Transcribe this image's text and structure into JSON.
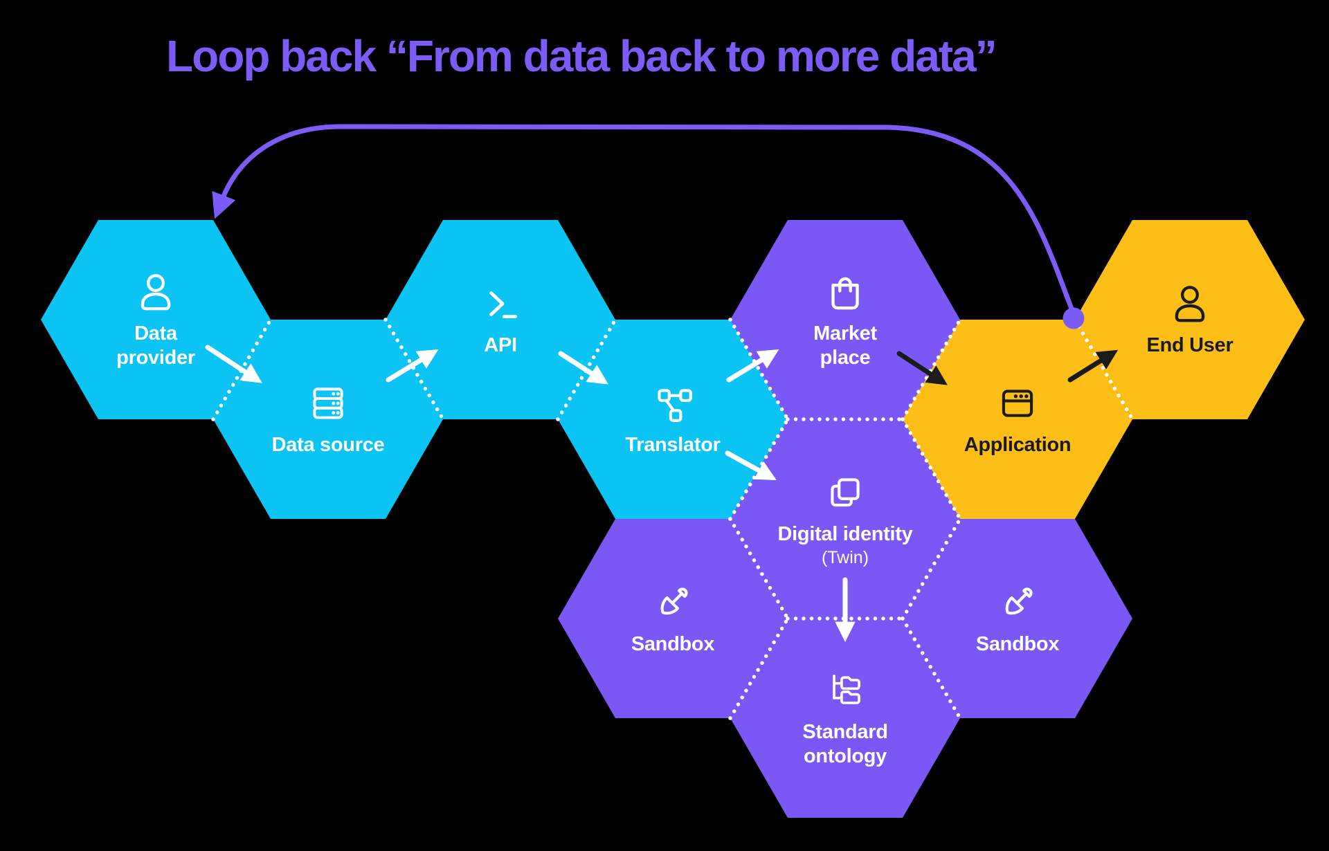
{
  "title": {
    "text": "Loop back “From data back to more data”"
  },
  "colors": {
    "background": "#000000",
    "cyan": "#0BC4F4",
    "purple": "#7B57F5",
    "yellow": "#FCBE17",
    "accent_purple": "#7C5CF6",
    "dark_text": "#1B1B1B",
    "white": "#FFFFFF"
  },
  "hexagons": {
    "data_provider": {
      "line1": "Data",
      "line2": "provider",
      "icon": "person-icon",
      "color": "cyan"
    },
    "data_source": {
      "line1": "Data source",
      "line2": "",
      "icon": "server-icon",
      "color": "cyan"
    },
    "api": {
      "line1": "API",
      "line2": "",
      "icon": "terminal-icon",
      "color": "cyan"
    },
    "translator": {
      "line1": "Translator",
      "line2": "",
      "icon": "network-nodes-icon",
      "color": "cyan"
    },
    "marketplace": {
      "line1": "Market",
      "line2": "place",
      "icon": "shopping-bag-icon",
      "color": "purple"
    },
    "digital_identity": {
      "line1": "Digital identity",
      "line2": "",
      "sub": "(Twin)",
      "icon": "copy-icon",
      "color": "purple"
    },
    "sandbox_left": {
      "line1": "Sandbox",
      "line2": "",
      "icon": "shovel-icon",
      "color": "purple"
    },
    "standard_ontology": {
      "line1": "Standard",
      "line2": "ontology",
      "icon": "folder-tree-icon",
      "color": "purple"
    },
    "sandbox_right": {
      "line1": "Sandbox",
      "line2": "",
      "icon": "shovel-icon",
      "color": "purple"
    },
    "application": {
      "line1": "Application",
      "line2": "",
      "icon": "browser-icon",
      "color": "yellow"
    },
    "end_user": {
      "line1": "End User",
      "line2": "",
      "icon": "person-icon",
      "color": "yellow"
    }
  },
  "flow": {
    "solid_arrows": [
      "Data provider → Data source",
      "Data source → API",
      "API → Translator",
      "Translator → Market place",
      "Translator → Digital identity (Twin)",
      "Market place → Application",
      "Application → End User",
      "Digital identity (Twin) → Standard ontology"
    ],
    "loop_arrow": "Application / End User joint → Data provider"
  }
}
